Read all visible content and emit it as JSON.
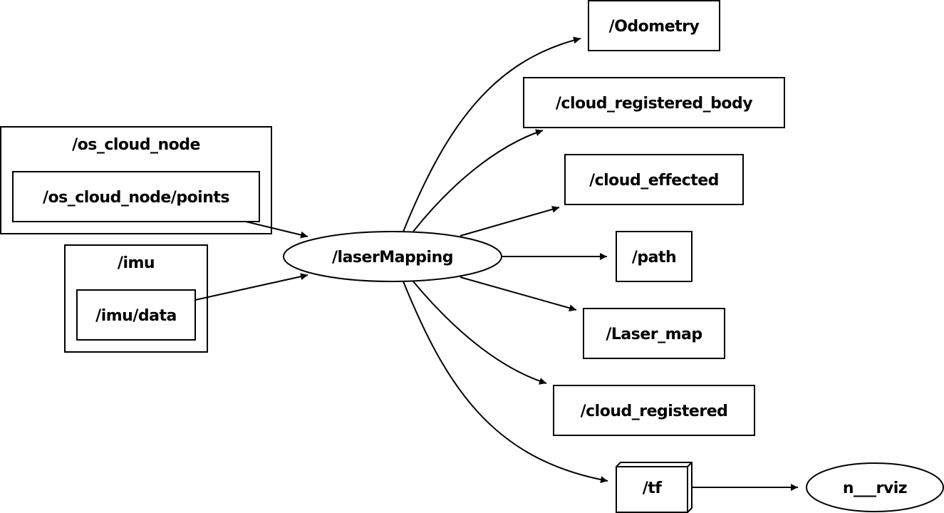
{
  "clusters": {
    "os_cloud_node": "/os_cloud_node",
    "imu": "/imu"
  },
  "nodes": {
    "os_cloud_node_points": "/os_cloud_node/points",
    "imu_data": "/imu/data",
    "laser_mapping": "/laserMapping",
    "odometry": "/Odometry",
    "cloud_registered_body": "/cloud_registered_body",
    "cloud_effected": "/cloud_effected",
    "path": "/path",
    "laser_map": "/Laser_map",
    "cloud_registered": "/cloud_registered",
    "tf": "/tf",
    "rviz": "n___rviz"
  }
}
